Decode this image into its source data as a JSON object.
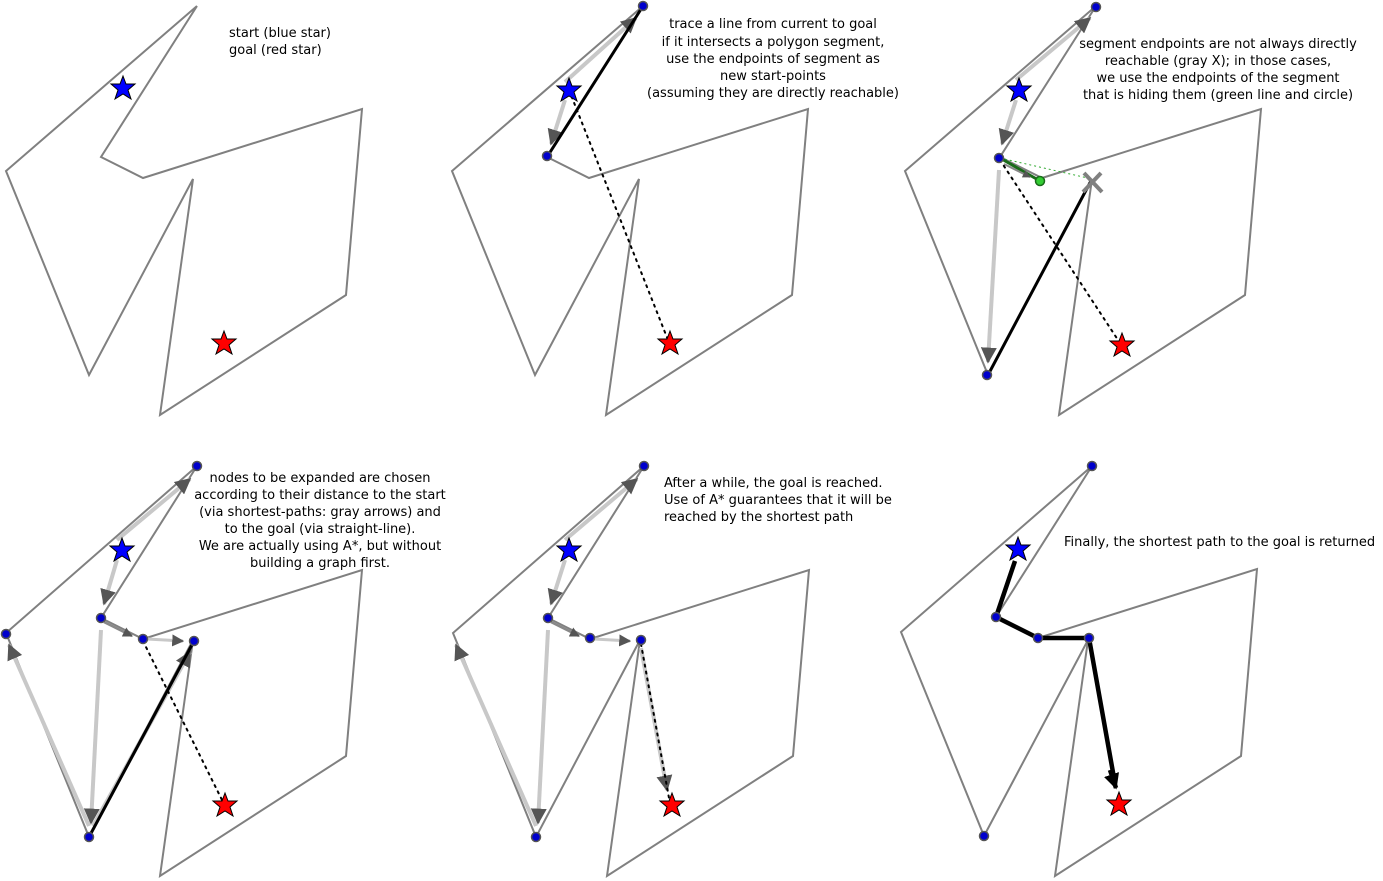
{
  "panels": [
    {
      "id": "p1",
      "caption_lines": [
        "start (blue star)",
        "goal (red star)"
      ],
      "caption_align": "start"
    },
    {
      "id": "p2",
      "caption_lines": [
        "trace a line from current to goal",
        "if it intersects a polygon segment,",
        "use the endpoints of segment as",
        "new start-points",
        "(assuming they are directly reachable)"
      ],
      "caption_align": "middle"
    },
    {
      "id": "p3",
      "caption_lines": [
        "segment endpoints are not always directly",
        "reachable (gray X); in those cases,",
        "we use the endpoints of the segment",
        "that is hiding them (green line and circle)"
      ],
      "caption_align": "middle"
    },
    {
      "id": "p4",
      "caption_lines": [
        "nodes to be expanded are chosen",
        "according to their distance to the start",
        "(via shortest-paths: gray arrows) and",
        "to the goal (via straight-line).",
        "We are actually using A*, but without",
        "building a graph first."
      ],
      "caption_align": "middle"
    },
    {
      "id": "p5",
      "caption_lines": [
        "After a while, the goal is reached.",
        "Use of A* guarantees that it will be",
        "reached by the shortest path"
      ],
      "caption_align": "start"
    },
    {
      "id": "p6",
      "caption_lines": [
        "Finally, the shortest path to the goal is returned"
      ],
      "caption_align": "start"
    }
  ],
  "colors": {
    "polygon": "#808080",
    "start_star": "#0000ff",
    "goal_star": "#ff0000",
    "node": "#0000cc",
    "shortest_path_arrow": "#c8c8c8",
    "hidden_segment": "#1a6b1a",
    "hidden_endpoint": "#33cc33",
    "unreachable_mark": "#808080",
    "candidate_line": "#000000"
  }
}
